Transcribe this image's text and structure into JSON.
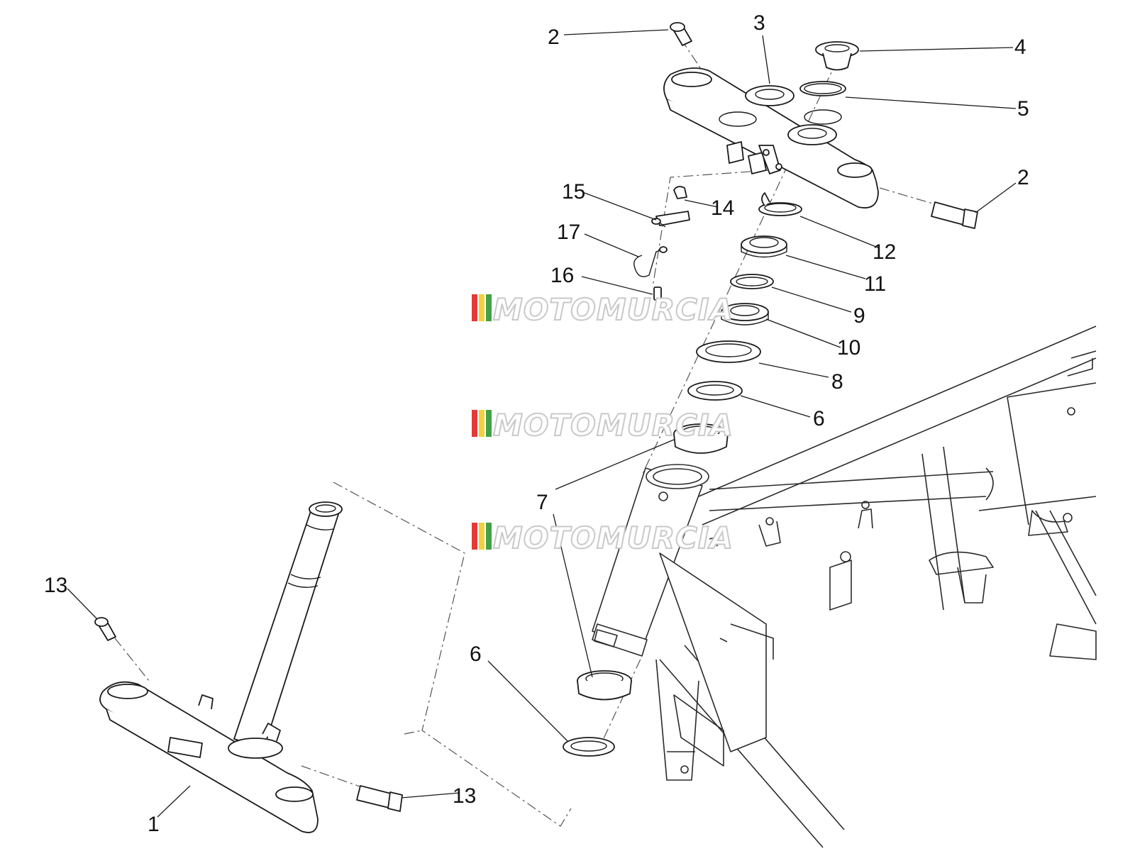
{
  "diagram": {
    "callouts": [
      {
        "id": "c2a",
        "label": "2"
      },
      {
        "id": "c3",
        "label": "3"
      },
      {
        "id": "c4",
        "label": "4"
      },
      {
        "id": "c5",
        "label": "5"
      },
      {
        "id": "c2b",
        "label": "2"
      },
      {
        "id": "c15",
        "label": "15"
      },
      {
        "id": "c14",
        "label": "14"
      },
      {
        "id": "c12",
        "label": "12"
      },
      {
        "id": "c17",
        "label": "17"
      },
      {
        "id": "c11",
        "label": "11"
      },
      {
        "id": "c16",
        "label": "16"
      },
      {
        "id": "c9",
        "label": "9"
      },
      {
        "id": "c10",
        "label": "10"
      },
      {
        "id": "c8",
        "label": "8"
      },
      {
        "id": "c6a",
        "label": "6"
      },
      {
        "id": "c7",
        "label": "7"
      },
      {
        "id": "c13a",
        "label": "13"
      },
      {
        "id": "c6b",
        "label": "6"
      },
      {
        "id": "c13b",
        "label": "13"
      },
      {
        "id": "c1",
        "label": "1"
      }
    ]
  },
  "watermark": {
    "text": "MOTOMURCIA",
    "stripe_colors": [
      "#e53935",
      "#f4d03f",
      "#43a047"
    ],
    "outline_color": "#c9c9c9"
  },
  "colors": {
    "line": "#1a1a1a",
    "background": "#ffffff"
  }
}
